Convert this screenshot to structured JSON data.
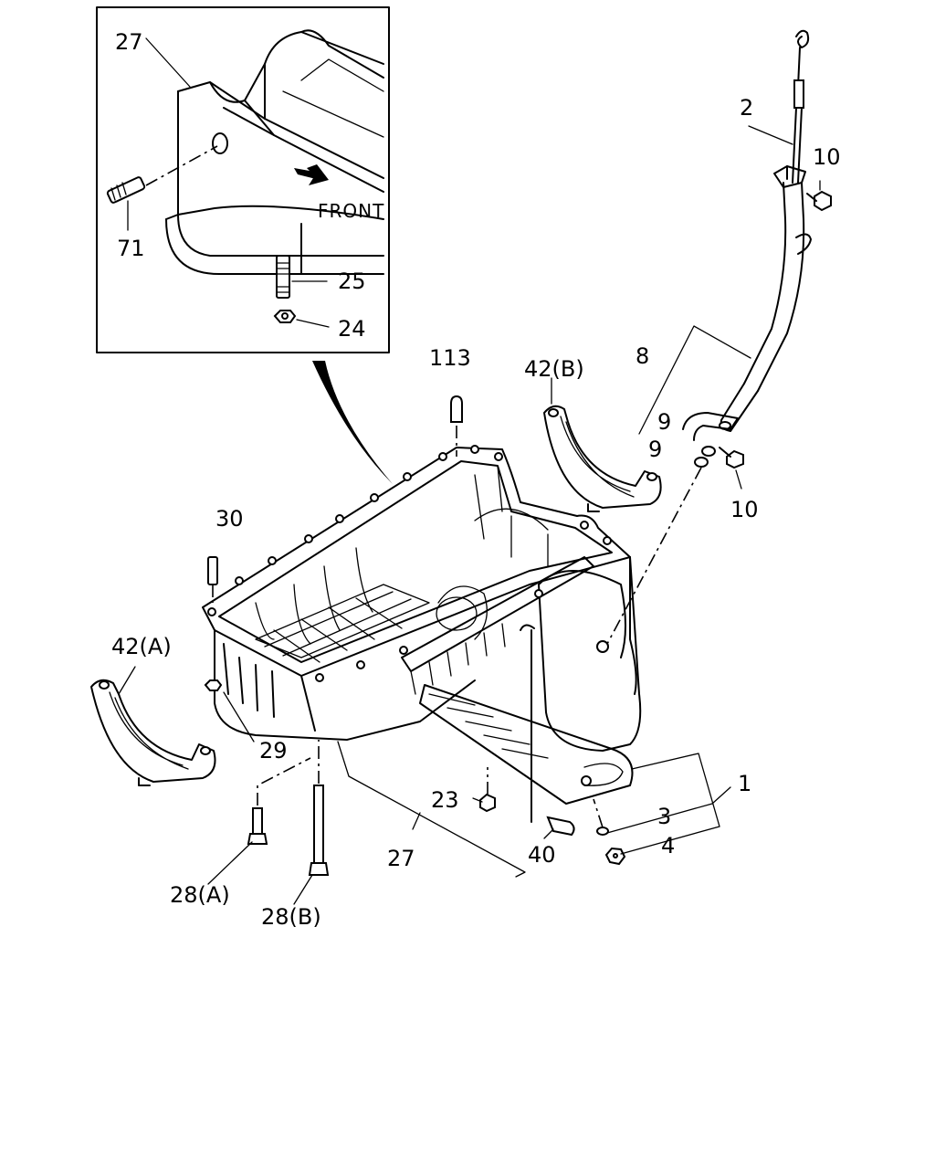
{
  "inset": {
    "front_label": "FRONT"
  },
  "callouts": {
    "c27_inset": "27",
    "c71": "71",
    "c25": "25",
    "c24": "24",
    "c2": "2",
    "c10_top": "10",
    "c8": "8",
    "c9_a": "9",
    "c9_b": "9",
    "c10_bottom": "10",
    "c113": "113",
    "c42b": "42(B)",
    "c30": "30",
    "c42a": "42(A)",
    "c29": "29",
    "c1": "1",
    "c3": "3",
    "c4": "4",
    "c23": "23",
    "c40": "40",
    "c27_main": "27",
    "c28a": "28(A)",
    "c28b": "28(B)"
  }
}
